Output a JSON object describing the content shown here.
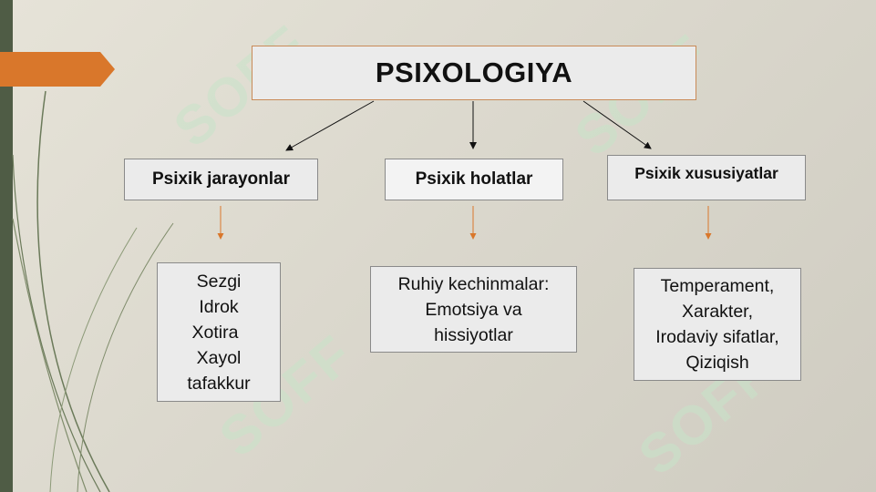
{
  "title": "PSIXOLOGIYA",
  "watermark": "SOFF",
  "categories": [
    {
      "label": "Psixik jarayonlar",
      "items": [
        "Sezgi",
        "Idrok",
        "Xotira",
        "Xayol",
        "tafakkur"
      ]
    },
    {
      "label": "Psixik holatlar",
      "items": [
        "Ruhiy kechinmalar:",
        "Emotsiya va",
        "hissiyotlar"
      ]
    },
    {
      "label": "Psixik xususiyatlar",
      "items": [
        "Temperament,",
        "Xarakter,",
        "Irodaviy sifatlar,",
        "Qiziqish"
      ]
    }
  ],
  "colors": {
    "accent": "#d9772b",
    "left_bar": "#4f5c45",
    "box_fill": "#ebebeb",
    "watermark": "#c8e4c9"
  }
}
